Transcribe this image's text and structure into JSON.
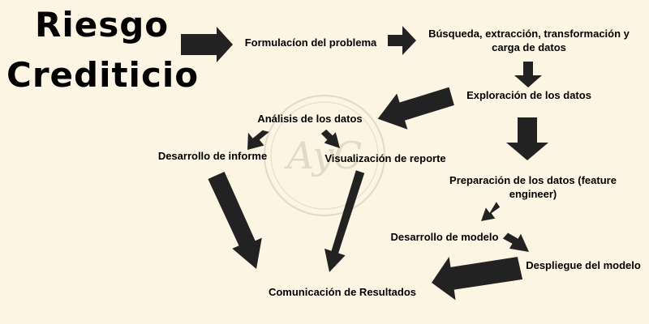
{
  "title": {
    "line1": "Riesgo",
    "line2": "Crediticio"
  },
  "watermark": {
    "text": "AyC"
  },
  "nodes": {
    "formulacion": "Formulacíon del problema",
    "busqueda": "Búsqueda, extracción, transformación y carga de datos",
    "exploracion": "Exploración de los datos",
    "analisis": "Análisis de los datos",
    "desarrollo_informe": "Desarrollo de informe",
    "visualizacion": "Visualización de reporte",
    "preparacion": "Preparación de los datos (feature engineer)",
    "desarrollo_modelo": "Desarrollo de modelo",
    "despliegue": "Despliegue del modelo",
    "comunicacion": "Comunicación de Resultados"
  },
  "edges": [
    {
      "from": "title",
      "to": "formulacion"
    },
    {
      "from": "formulacion",
      "to": "busqueda"
    },
    {
      "from": "busqueda",
      "to": "exploracion"
    },
    {
      "from": "exploracion",
      "to": "analisis"
    },
    {
      "from": "exploracion",
      "to": "preparacion"
    },
    {
      "from": "analisis",
      "to": "desarrollo_informe"
    },
    {
      "from": "analisis",
      "to": "visualizacion"
    },
    {
      "from": "desarrollo_informe",
      "to": "comunicacion"
    },
    {
      "from": "visualizacion",
      "to": "comunicacion"
    },
    {
      "from": "preparacion",
      "to": "desarrollo_modelo"
    },
    {
      "from": "desarrollo_modelo",
      "to": "despliegue"
    },
    {
      "from": "despliegue",
      "to": "comunicacion"
    }
  ],
  "colors": {
    "background": "#fcf5e3",
    "arrow": "#222222",
    "text": "#000000",
    "watermark": "#e2d9c6"
  }
}
